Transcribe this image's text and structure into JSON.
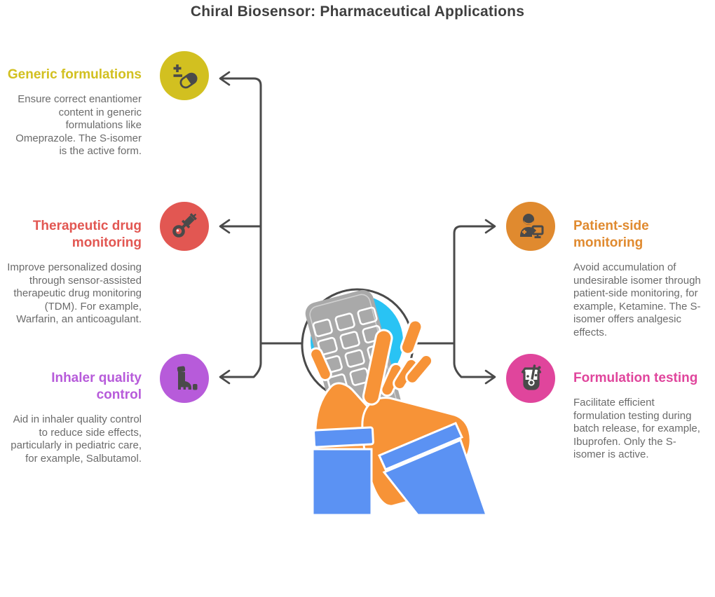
{
  "title": "Chiral Biosensor: Pharmaceutical Applications",
  "center": {
    "illustration": "hands-operating-handheld-chiral-biosensor",
    "device_bg_color": "#29c3f4",
    "device_color": "#a9a9a9",
    "hand_color": "#f79337",
    "sleeve_color": "#5b92f3",
    "outline_color": "#4a4a4a"
  },
  "connector_color": "#4a4a4a",
  "body_text_color": "#6b6b6b",
  "nodes": [
    {
      "id": "generic-formulations",
      "side": "left",
      "color": "#d2c020",
      "icon": "plus-minus-pill-icon",
      "heading": "Generic formulations",
      "description": "Ensure correct enantiomer content in generic formulations like Omeprazole. The S-isomer is the active form."
    },
    {
      "id": "therapeutic-drug-monitoring",
      "side": "left",
      "color": "#e25752",
      "icon": "syringe-icon",
      "heading": "Therapeutic drug monitoring",
      "description": "Improve personalized dosing through sensor-assisted therapeutic drug monitoring (TDM). For example, Warfarin, an anticoagulant."
    },
    {
      "id": "inhaler-quality-control",
      "side": "left",
      "color": "#b75bda",
      "icon": "inhaler-icon",
      "heading": "Inhaler quality control",
      "description": "Aid in inhaler quality control to reduce side effects, particularly in pediatric care, for example, Salbutamol."
    },
    {
      "id": "patient-side-monitoring",
      "side": "right",
      "color": "#e08a2f",
      "icon": "doctor-with-monitor-icon",
      "heading": "Patient-side monitoring",
      "description": "Avoid accumulation of undesirable isomer through patient-side monitoring, for example, Ketamine. The S-isomer offers analgesic effects."
    },
    {
      "id": "formulation-testing",
      "side": "right",
      "color": "#e0459c",
      "icon": "beaker-thermometer-icon",
      "heading": "Formulation testing",
      "description": "Facilitate efficient formulation testing during batch release, for example, Ibuprofen. Only the S-isomer is active."
    }
  ],
  "connections": [
    {
      "from": "center",
      "to": "generic-formulations"
    },
    {
      "from": "center",
      "to": "therapeutic-drug-monitoring"
    },
    {
      "from": "center",
      "to": "inhaler-quality-control"
    },
    {
      "from": "center",
      "to": "patient-side-monitoring"
    },
    {
      "from": "center",
      "to": "formulation-testing"
    }
  ]
}
